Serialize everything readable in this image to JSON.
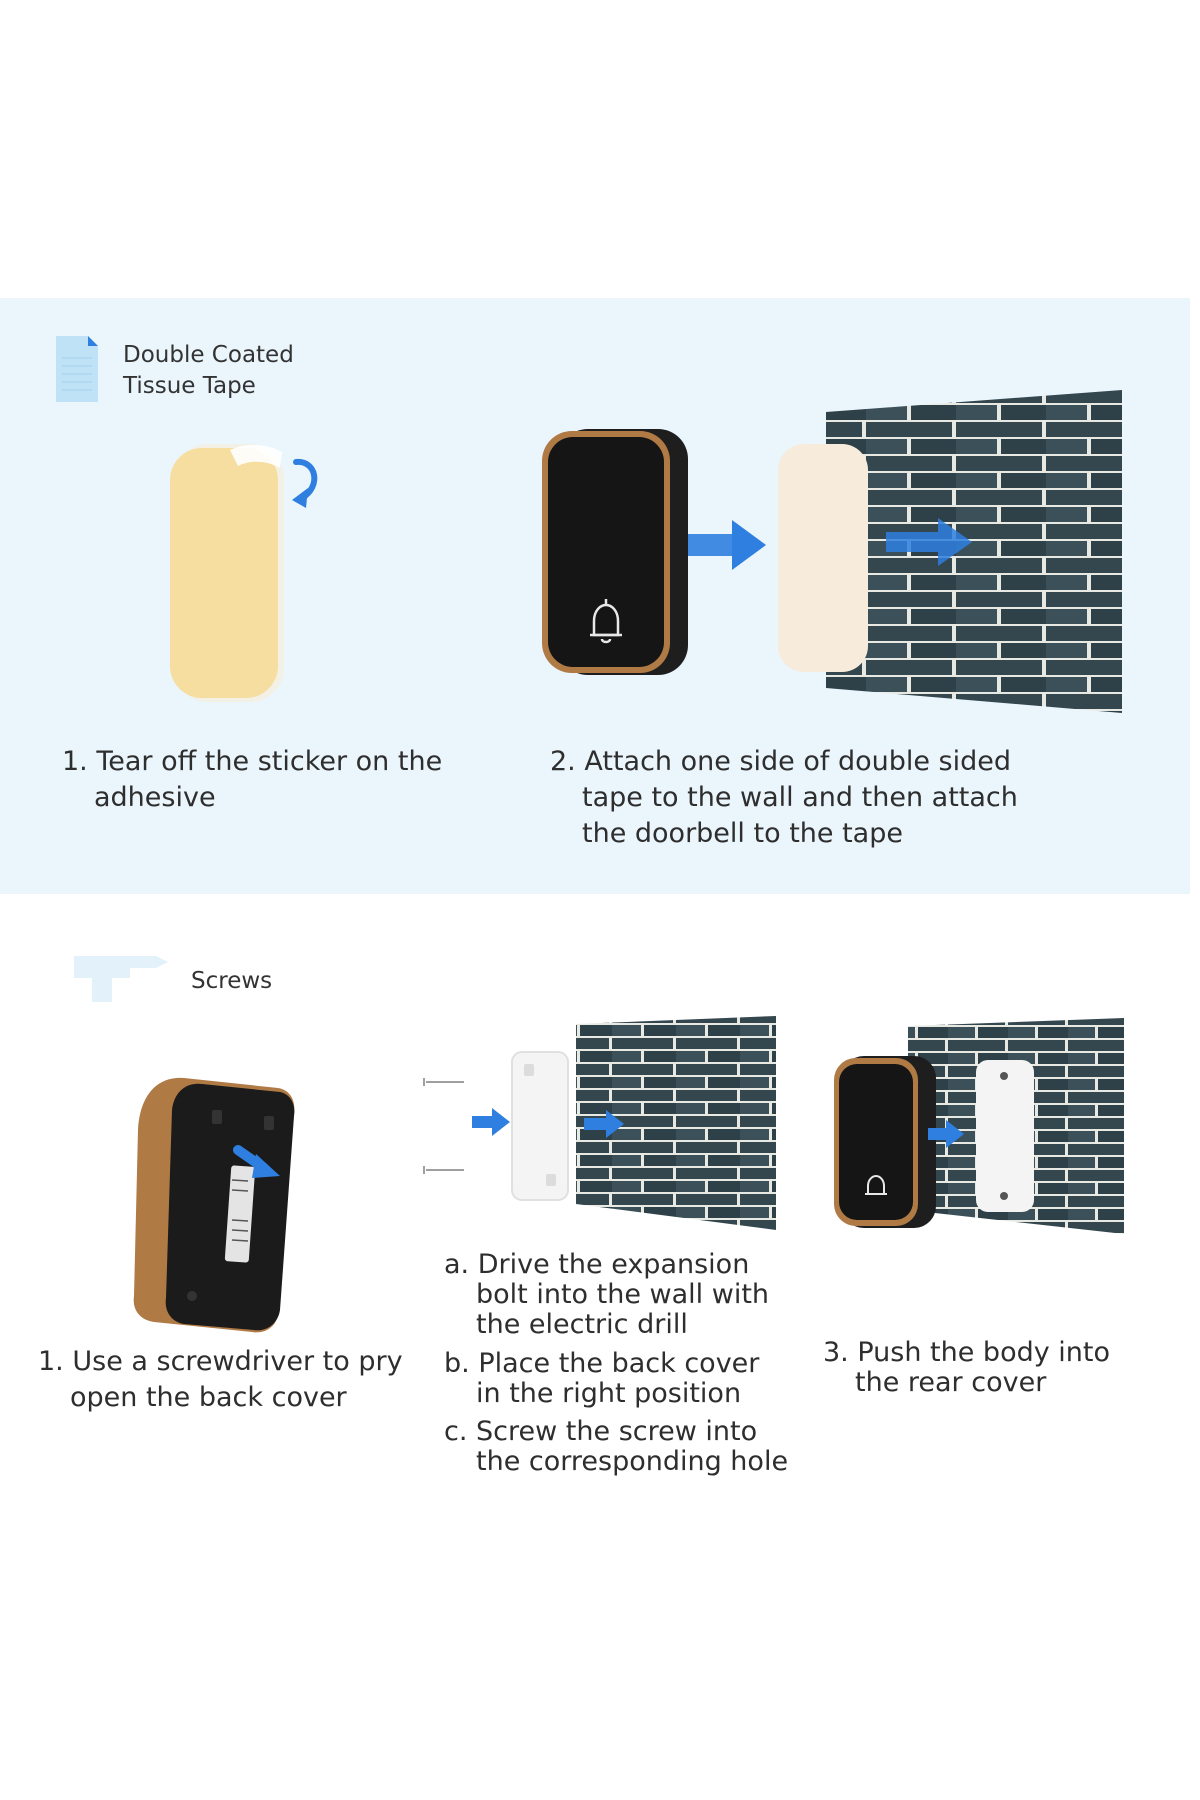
{
  "section_tape": {
    "legend_label_line1": "Double Coated",
    "legend_label_line2": "Tissue Tape",
    "steps": [
      {
        "number": "1.",
        "lines": [
          "Tear off the sticker on the",
          "adhesive"
        ]
      },
      {
        "number": "2.",
        "lines": [
          "Attach one side of double sided",
          "tape to the wall and then attach",
          "the doorbell to the tape"
        ]
      }
    ]
  },
  "section_screws": {
    "legend_label": "Screws",
    "step1": {
      "number": "1.",
      "lines": [
        "Use a screwdriver to pry",
        "open the back cover"
      ]
    },
    "step2": [
      {
        "letter": "a.",
        "lines": [
          "Drive the expansion",
          "bolt into the wall with",
          "the electric drill"
        ]
      },
      {
        "letter": "b.",
        "lines": [
          "Place the back cover",
          "in the right position"
        ]
      },
      {
        "letter": "c.",
        "lines": [
          "Screw the screw into",
          "the corresponding hole"
        ]
      }
    ],
    "step3": {
      "number": "3.",
      "lines": [
        "Push the body into",
        "the rear cover"
      ]
    }
  },
  "colors": {
    "panel_background": "#eaf5fc",
    "arrow_blue": "#2f7fe0",
    "brick_dark": "#34474f",
    "mortar": "#e9e9e4",
    "bronze": "#b07a45",
    "tape_yellow": "#f6dea0",
    "tape_cream": "#f7ecdc"
  },
  "icons": [
    "document-icon",
    "drill-icon",
    "bell-icon",
    "curved-arrow-icon",
    "arrow-right-icon"
  ]
}
